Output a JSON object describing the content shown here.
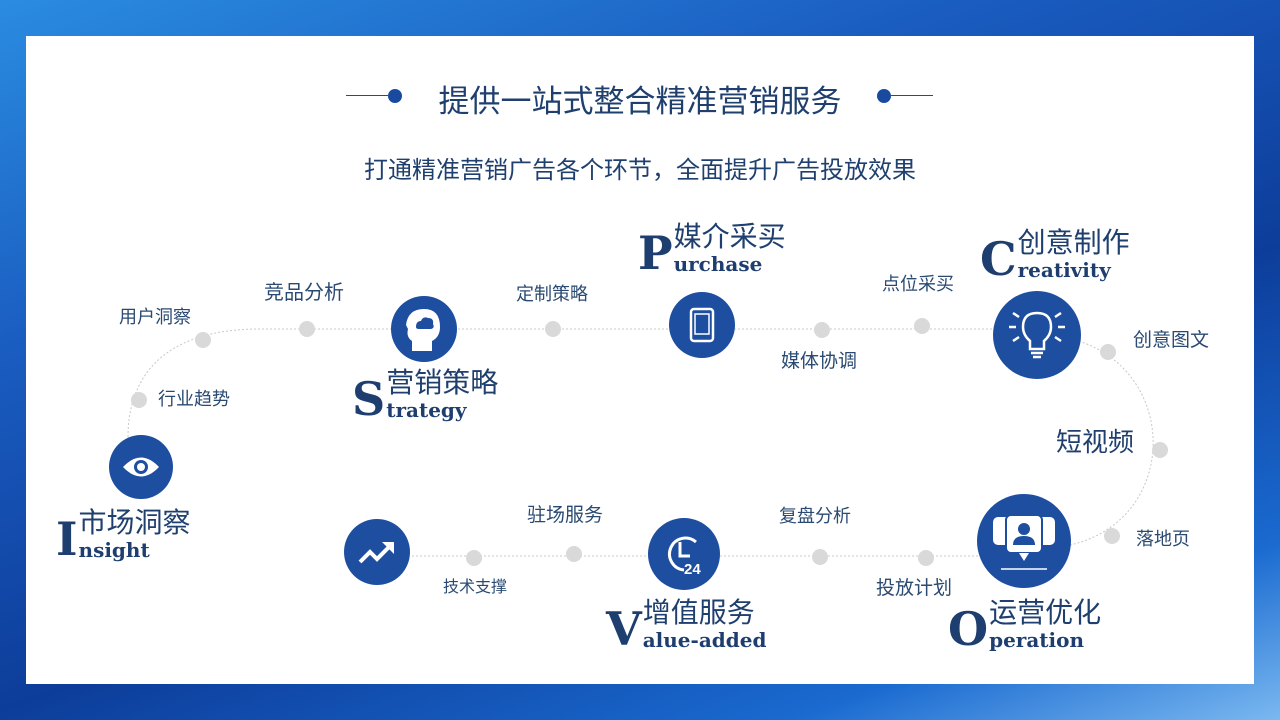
{
  "title": "提供一站式整合精准营销服务",
  "subtitle": "打通精准营销广告各个环节，全面提升广告投放效果",
  "colors": {
    "accent": "#1e4ea0",
    "text": "#1f3f6e",
    "dot": "#d9d9d9"
  },
  "stages": {
    "insight": {
      "letter": "I",
      "en": "nsight",
      "cn": "市场洞察",
      "icon": "eye-icon"
    },
    "strategy": {
      "letter": "S",
      "en": "trategy",
      "cn": "营销策略",
      "icon": "head-cloud-icon"
    },
    "purchase": {
      "letter": "P",
      "en": "urchase",
      "cn": "媒介采买",
      "icon": "tablet-icon"
    },
    "creativity": {
      "letter": "C",
      "en": "reativity",
      "cn": "创意制作",
      "icon": "lightbulb-icon"
    },
    "operation": {
      "letter": "O",
      "en": "peration",
      "cn": "运营优化",
      "icon": "user-chat-icon"
    },
    "value": {
      "letter": "V",
      "en": "alue-added",
      "cn": "增值服务",
      "icon": "clock-24-icon"
    },
    "trend": {
      "icon": "trend-up-icon"
    }
  },
  "steps": {
    "industry": "行业趋势",
    "user": "用户洞察",
    "competitor": "竞品分析",
    "custom": "定制策略",
    "coordination": "媒体协调",
    "spot": "点位采买",
    "creative_text": "创意图文",
    "short_video": "短视频",
    "landing": "落地页",
    "plan": "投放计划",
    "review": "复盘分析",
    "onsite": "驻场服务",
    "tech": "技术支撑"
  }
}
